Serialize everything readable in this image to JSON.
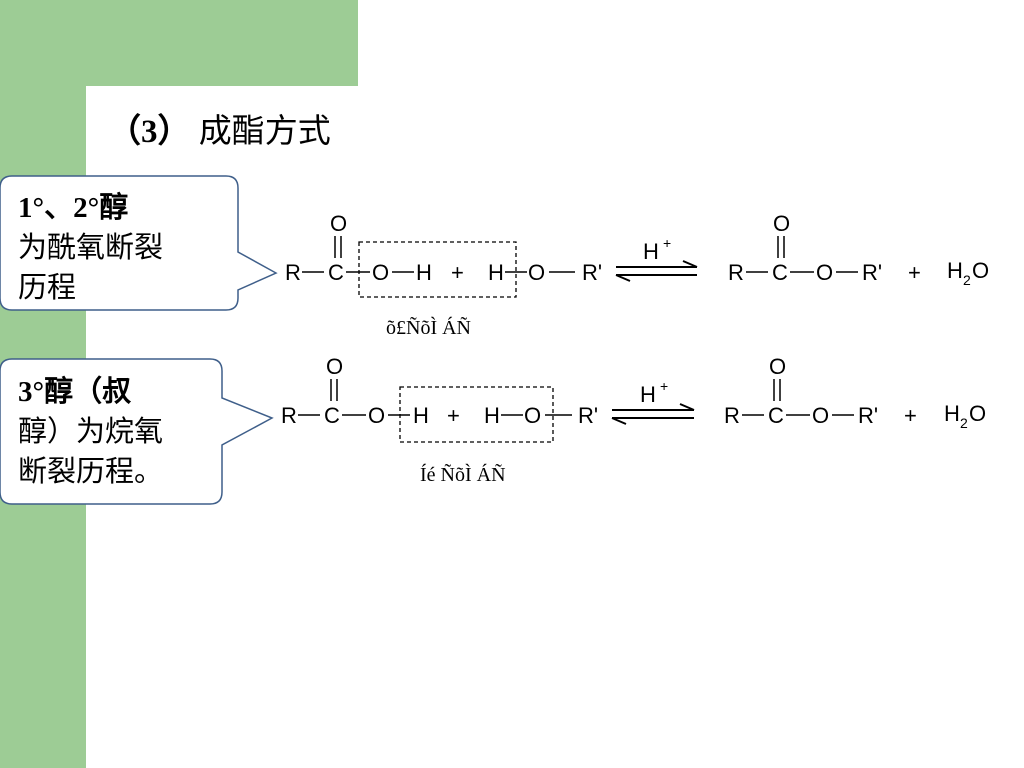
{
  "title": {
    "number": "（3）",
    "text": "成酯方式"
  },
  "callouts": [
    {
      "line1": "1°、2°醇",
      "line2": "为酰氧断裂",
      "line3": "历程"
    },
    {
      "line1": "3°醇（叔",
      "line2": "醇）为烷氧",
      "line3": "断裂历程。"
    }
  ],
  "reactions": [
    {
      "left": [
        "R",
        "C",
        "O",
        "H",
        "+",
        "H",
        "O",
        "R'"
      ],
      "carbonyl_o": "O",
      "catalyst": "H",
      "catalyst_charge": "+",
      "right": [
        "R",
        "C",
        "O",
        "R'",
        "+"
      ],
      "water": {
        "h": "H",
        "sub": "2",
        "o": "O"
      },
      "caption": "õ£ÑõÌ ÁÑ"
    },
    {
      "left": [
        "R",
        "C",
        "O",
        "H",
        "+",
        "H",
        "O",
        "R'"
      ],
      "carbonyl_o": "O",
      "catalyst": "H",
      "catalyst_charge": "+",
      "right": [
        "R",
        "C",
        "O",
        "R'",
        "+"
      ],
      "water": {
        "h": "H",
        "sub": "2",
        "o": "O"
      },
      "caption": "Íé ÑõÌ ÁÑ"
    }
  ]
}
